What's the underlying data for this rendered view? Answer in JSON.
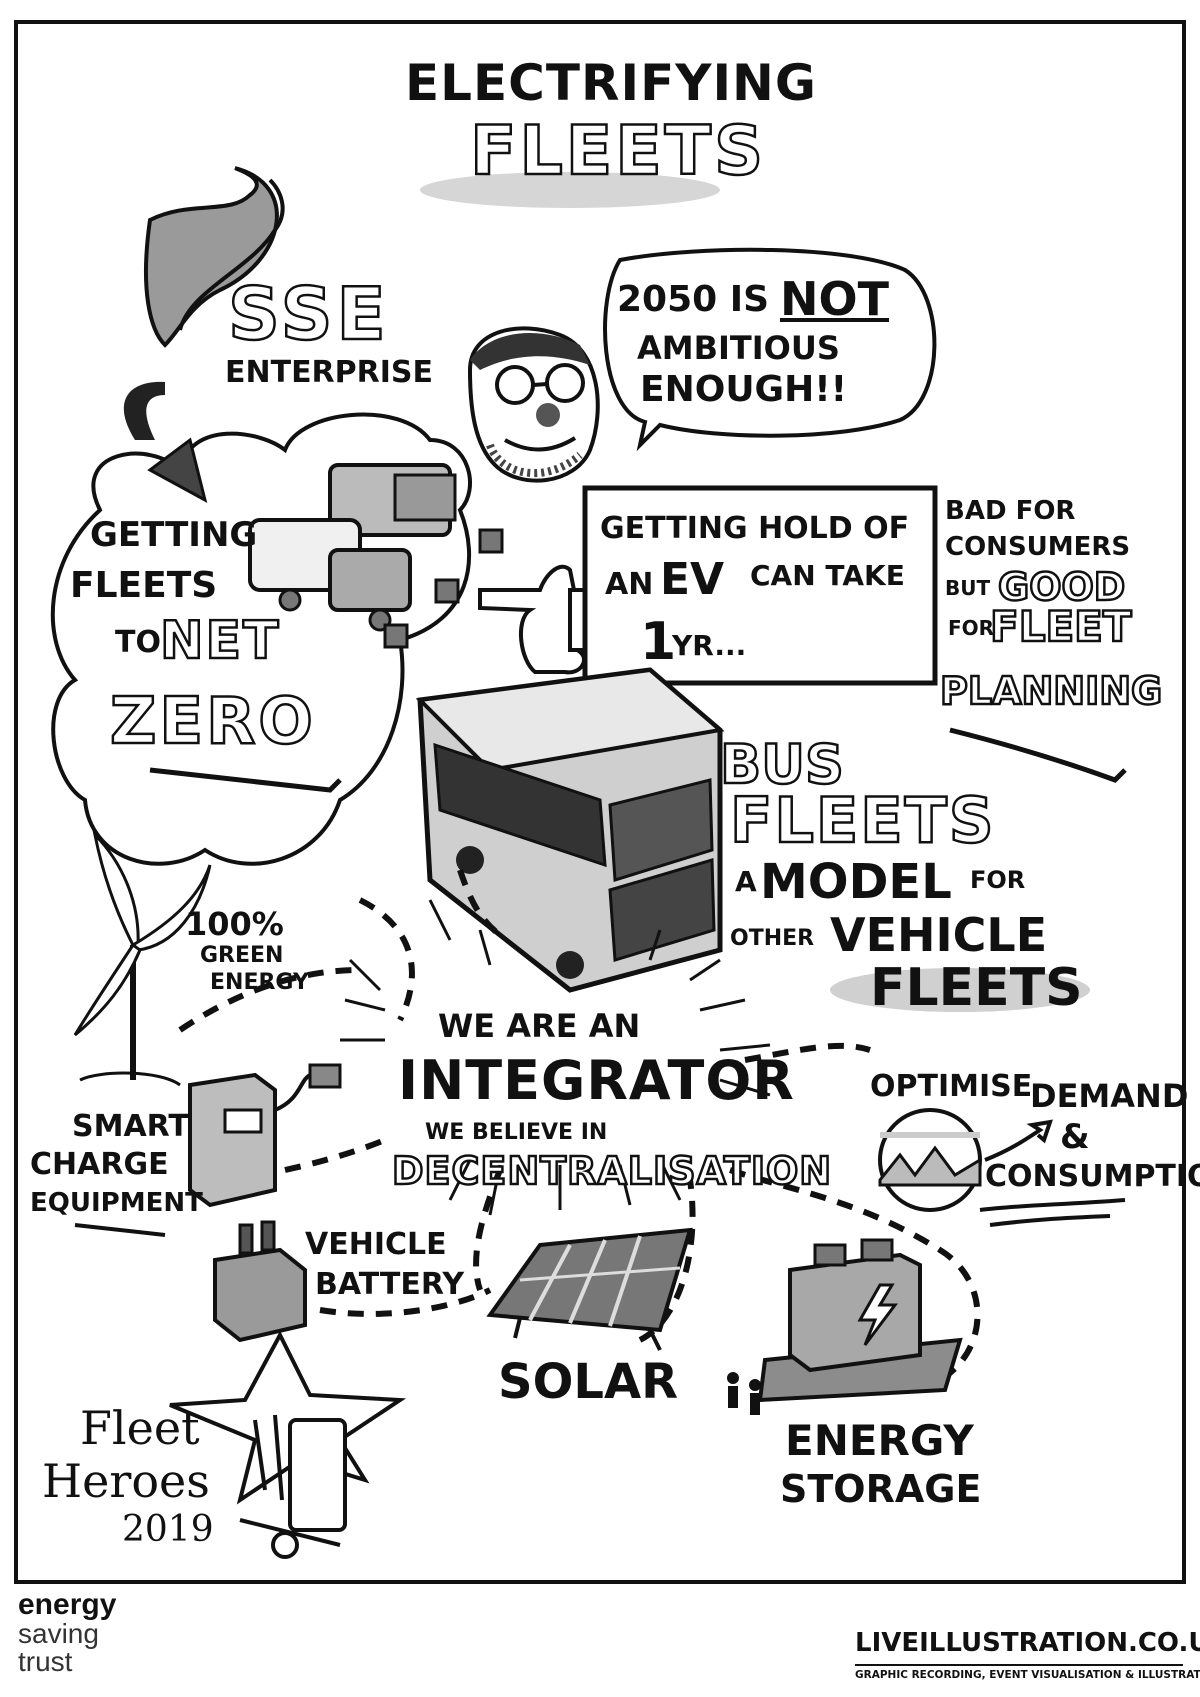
{
  "title": {
    "line1": "Electrifying",
    "line2": "Fleets"
  },
  "company": {
    "name": "SSE",
    "sub": "Enterprise"
  },
  "speech": {
    "line1a": "2050 is",
    "line1b": "NOT",
    "line2": "Ambitious",
    "line3": "Enough!!"
  },
  "cloud": {
    "line1": "Getting",
    "line2": "Fleets",
    "line3a": "to",
    "line3b": "Net",
    "line4": "Zero"
  },
  "ev_box": {
    "line1": "Getting hold of",
    "line2a": "an",
    "line2b": "EV",
    "line2c": "can take",
    "line3a": "1",
    "line3b": "yr..."
  },
  "consumers": {
    "line1": "Bad for",
    "line2": "consumers",
    "line3a": "but",
    "line3b": "good",
    "line4a": "for",
    "line4b": "fleet",
    "line5": "planning"
  },
  "bus": {
    "line1": "Bus",
    "line2": "Fleets",
    "line3a": "a",
    "line3b": "model",
    "line3c": "for",
    "line4a": "other",
    "line4b": "vehicle",
    "line5": "fleets"
  },
  "green": {
    "line1": "100%",
    "line2": "green",
    "line3": "energy"
  },
  "center": {
    "line1": "We are an",
    "line2": "Integrator",
    "line3": "We believe in",
    "line4": "Decentralisation"
  },
  "optimise": {
    "line1a": "Optimise",
    "line1b": "Demand",
    "line2": "&",
    "line3": "Consumption"
  },
  "smart": {
    "line1": "Smart",
    "line2": "Charge",
    "line3": "Equipment"
  },
  "battery": {
    "line1": "Vehicle",
    "line2": "Battery"
  },
  "solar": {
    "label": "Solar"
  },
  "storage": {
    "line1": "Energy",
    "line2": "Storage"
  },
  "heroes": {
    "line1": "Fleet",
    "line2": "Heroes",
    "line3": "2019"
  },
  "footer": {
    "est_line1": "energy",
    "est_line2": "saving",
    "est_line3": "trust",
    "url": "LIVEILLUSTRATION.CO.UK",
    "tagline": "GRAPHIC RECORDING, EVENT VISUALISATION & ILLUSTRATION"
  }
}
